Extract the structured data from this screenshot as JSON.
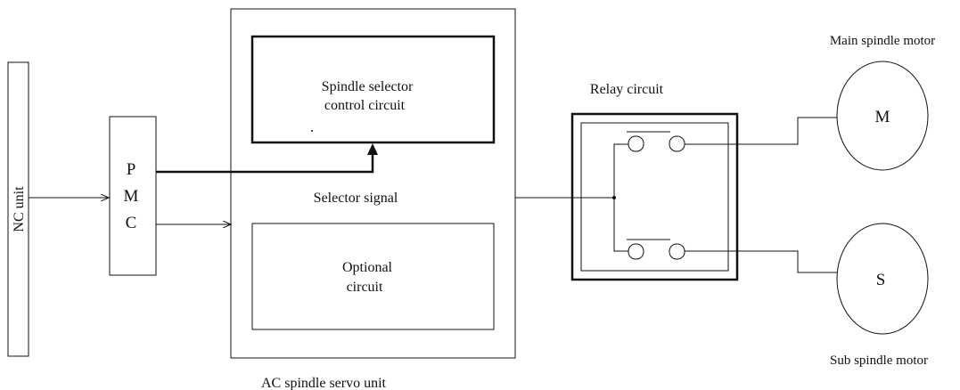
{
  "blocks": {
    "nc_unit": "NC unit",
    "pmc_letters": [
      "P",
      "M",
      "C"
    ],
    "servo_unit": "AC spindle servo unit",
    "selector_control": [
      "Spindle selector",
      "control circuit"
    ],
    "selector_signal": "Selector signal",
    "optional_circuit": [
      "Optional",
      "circuit"
    ],
    "relay_circuit": "Relay circuit",
    "main_motor_label": "Main spindle motor",
    "main_motor_letter": "M",
    "sub_motor_label": "Sub spindle motor",
    "sub_motor_letter": "S"
  }
}
